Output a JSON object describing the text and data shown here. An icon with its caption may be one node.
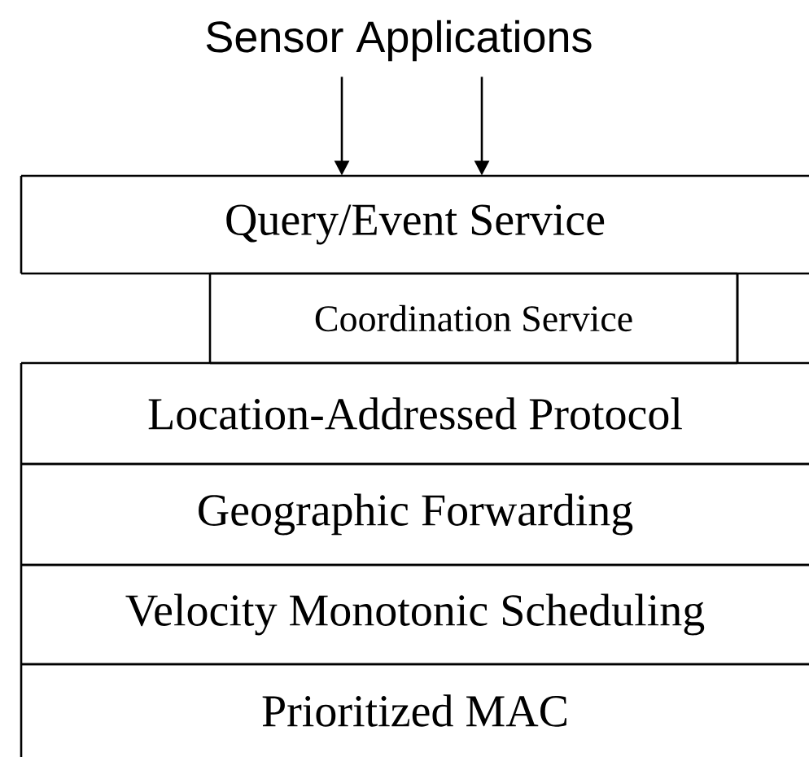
{
  "diagram": {
    "nodes": [
      {
        "text": [
          "Sensor Applications"
        ]
      },
      {
        "text": [
          "Query/Event Service"
        ]
      },
      {
        "text": [
          "Coordination Service"
        ]
      },
      {
        "text": [
          "Location-Addressed Protocol"
        ]
      },
      {
        "text": [
          "Geographic Forwarding"
        ]
      },
      {
        "text": [
          "Velocity Monotonic Scheduling"
        ]
      },
      {
        "text": [
          "Prioritized MAC"
        ]
      }
    ],
    "edges": [
      {
        "from": 0,
        "to": 1,
        "arrow": "to"
      },
      {
        "from": 0,
        "to": 1,
        "arrow": "to"
      }
    ]
  }
}
